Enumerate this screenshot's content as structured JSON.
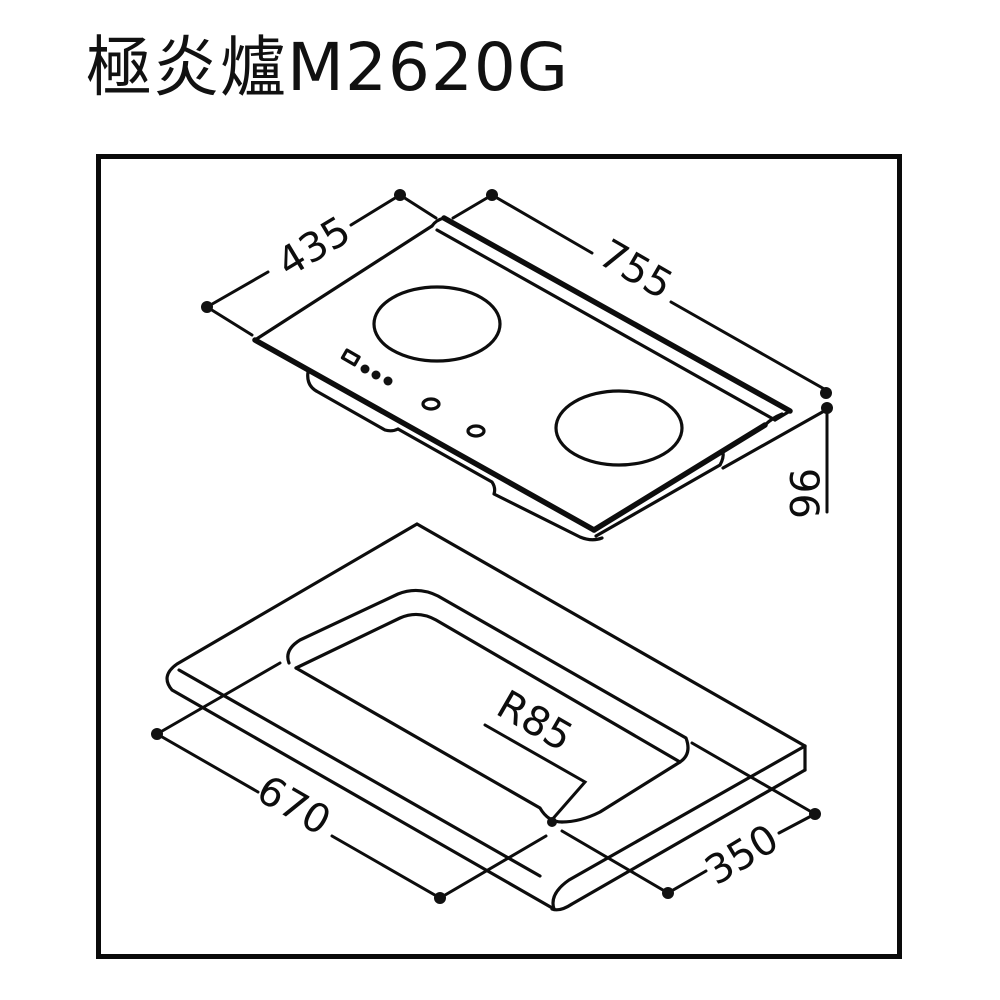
{
  "header": {
    "title": "極炎爐M2620G"
  },
  "drawing": {
    "type": "dimension-diagram",
    "subject_top": "cooktop",
    "subject_bottom": "countertop cutout",
    "line_color": "#0d0d0d",
    "background": "#ffffff",
    "cooktop_dimensions": {
      "depth": "435",
      "width": "755",
      "height": "96"
    },
    "cutout_dimensions": {
      "width": "670",
      "depth": "350",
      "corner_radius": "R85"
    }
  }
}
